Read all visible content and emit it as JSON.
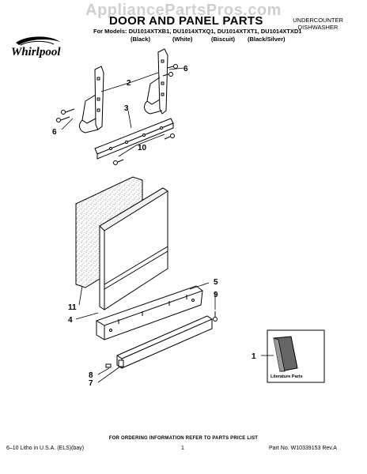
{
  "watermark": "AppliancePartsPros.com",
  "header": {
    "title": "DOOR AND PANEL PARTS",
    "category_line1": "UNDERCOUNTER",
    "category_line2": "DISHWASHER",
    "models": "For Models: DU1014XTXB1, DU1014XTXQ1, DU1014XTXT1, DU1014XTXD1",
    "colors": [
      "(Black)",
      "(White)",
      "(Biscuit)",
      "(Black/Silver)"
    ],
    "brand": "Whirlpool"
  },
  "callouts": {
    "c6a": "6",
    "c2": "2",
    "c3": "3",
    "c6b": "6",
    "c10": "10",
    "c11": "11",
    "c4": "4",
    "c5": "5",
    "c9": "9",
    "c8": "8",
    "c7": "7",
    "c1": "1"
  },
  "literature_label": "Literature Parts",
  "footer": {
    "note": "FOR ORDERING INFORMATION REFER TO PARTS PRICE LIST",
    "left": "6–10 Litho in U.S.A. (ELS)(bay)",
    "page": "1",
    "part_no": "Part No. W10339153 Rev.A"
  }
}
